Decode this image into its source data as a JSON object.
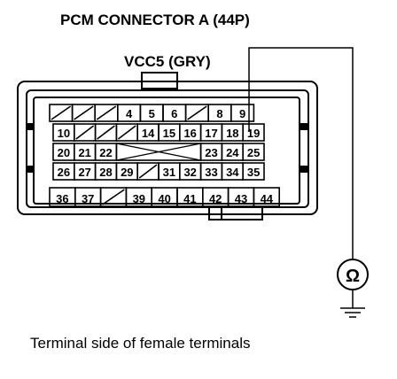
{
  "title": "PCM CONNECTOR A (44P)",
  "wire_label": "VCC5 (GRY)",
  "meter_symbol": "Ω",
  "caption": "Terminal side of female terminals",
  "terminals": {
    "row1": [
      "",
      "",
      "",
      "4",
      "5",
      "6",
      "",
      "8",
      "9"
    ],
    "row2": [
      "10",
      "",
      "",
      "",
      "14",
      "15",
      "16",
      "17",
      "18",
      "19"
    ],
    "row3": [
      "20",
      "21",
      "22",
      "",
      "",
      "",
      "",
      "23",
      "24",
      "25"
    ],
    "row4": [
      "26",
      "27",
      "28",
      "29",
      "",
      "31",
      "32",
      "33",
      "34",
      "35"
    ],
    "row5": [
      "36",
      "37",
      "",
      "39",
      "40",
      "41",
      "42",
      "43",
      "44"
    ]
  },
  "probe_terminal": "18",
  "colors": {
    "ink": "#000000",
    "background": "#ffffff"
  }
}
